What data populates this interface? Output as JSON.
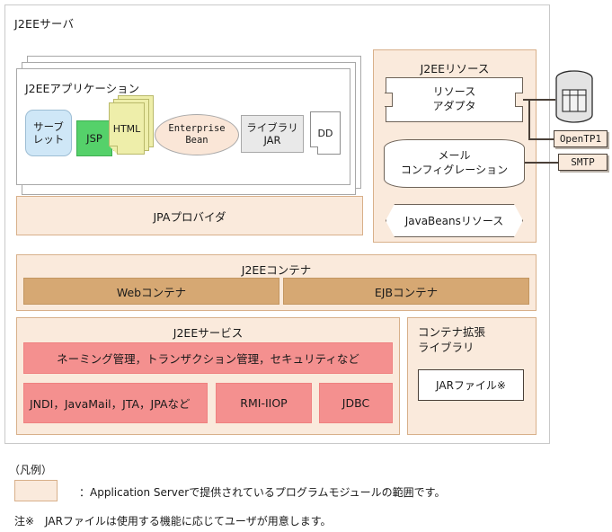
{
  "diagram": {
    "server": {
      "title": "J2EEサーバ"
    },
    "application": {
      "title": "J2EEアプリケーション",
      "modules": [
        {
          "name": "servlet",
          "label_line1": "サーブ",
          "label_line2": "レット"
        },
        {
          "name": "jsp",
          "label": "JSP"
        },
        {
          "name": "html",
          "label": "HTML"
        },
        {
          "name": "enterprise-bean",
          "label_line1": "Enterprise",
          "label_line2": "Bean"
        },
        {
          "name": "library-jar",
          "label_line1": "ライブラリ",
          "label_line2": "JAR"
        },
        {
          "name": "dd",
          "label": "DD"
        }
      ]
    },
    "jpa_provider": {
      "label": "JPAプロバイダ"
    },
    "resources": {
      "title": "J2EEリソース",
      "items": [
        {
          "name": "resource-adapter",
          "label_line1": "リソース",
          "label_line2": "アダプタ"
        },
        {
          "name": "mail-configuration",
          "label_line1": "メール",
          "label_line2": "コンフィグレーション"
        },
        {
          "name": "javabeans-resource",
          "label": "JavaBeansリソース"
        }
      ]
    },
    "external": [
      {
        "name": "database",
        "label": ""
      },
      {
        "name": "opentp1",
        "label": "OpenTP1"
      },
      {
        "name": "smtp",
        "label": "SMTP"
      }
    ],
    "container": {
      "title": "J2EEコンテナ",
      "cells": [
        {
          "name": "web-container",
          "label": "Webコンテナ"
        },
        {
          "name": "ejb-container",
          "label": "EJBコンテナ"
        }
      ]
    },
    "services": {
      "title": "J2EEサービス",
      "row1": "ネーミング管理，トランザクション管理，セキュリティなど",
      "row2": [
        {
          "name": "jndi-group",
          "label": "JNDI，JavaMail，JTA，JPAなど"
        },
        {
          "name": "rmi-iiop",
          "label": "RMI-IIOP"
        },
        {
          "name": "jdbc",
          "label": "JDBC"
        }
      ]
    },
    "extension_library": {
      "title_line1": "コンテナ拡張",
      "title_line2": "ライブラリ",
      "jar_label": "JARファイル※"
    },
    "legend": {
      "heading": "（凡例）",
      "swatch_description": "：Application Serverで提供されているプログラムモジュールの範囲です。",
      "note": "注※　JARファイルは使用する機能に応じてユーザが用意します。"
    },
    "colors": {
      "panel_fill": "#faeadc",
      "panel_border": "#d8b08a",
      "container_cell": "#d6a873",
      "service_cell": "#f4908f",
      "servlet": "#cfe7f7",
      "jsp": "#55d16a",
      "html_doc": "#eeeeaa",
      "bean_ellipse": "#fae6d7",
      "library_jar": "#e9e9e9",
      "frame_border": "#c9c9c9"
    }
  }
}
